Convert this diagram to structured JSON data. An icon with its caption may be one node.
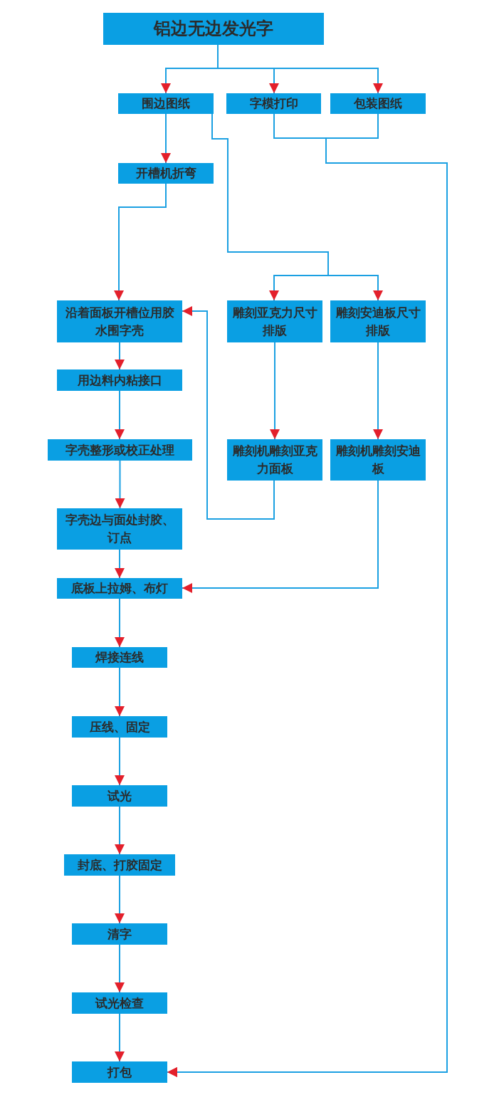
{
  "diagram": {
    "nodes": [
      {
        "text": [
          "铝边无边发光字"
        ]
      },
      {
        "text": [
          "围边图纸"
        ]
      },
      {
        "text": [
          "字模打印"
        ]
      },
      {
        "text": [
          "包装图纸"
        ]
      },
      {
        "text": [
          "开槽机折弯"
        ]
      },
      {
        "text": [
          "沿着面板开槽位用胶水围字壳"
        ]
      },
      {
        "text": [
          "雕刻亚克力尺寸排版"
        ]
      },
      {
        "text": [
          "雕刻安迪板尺寸排版"
        ]
      },
      {
        "text": [
          "用边料内粘接口"
        ]
      },
      {
        "text": [
          "字壳整形或校正处理"
        ]
      },
      {
        "text": [
          "雕刻机雕刻亚克力面板"
        ]
      },
      {
        "text": [
          "雕刻机雕刻安迪板"
        ]
      },
      {
        "text": [
          "字壳边与面处封胶、订点"
        ]
      },
      {
        "text": [
          "底板上拉姆、布灯"
        ]
      },
      {
        "text": [
          "焊接连线"
        ]
      },
      {
        "text": [
          "压线、固定"
        ]
      },
      {
        "text": [
          "试光"
        ]
      },
      {
        "text": [
          "封底、打胶固定"
        ]
      },
      {
        "text": [
          "清字"
        ]
      },
      {
        "text": [
          "试光检查"
        ]
      },
      {
        "text": [
          "打包"
        ]
      }
    ],
    "edges": [
      {
        "from": 0,
        "to": 1,
        "arrow": "to"
      },
      {
        "from": 0,
        "to": 2,
        "arrow": "to"
      },
      {
        "from": 0,
        "to": 3,
        "arrow": "to"
      },
      {
        "from": 1,
        "to": 4,
        "arrow": "to"
      },
      {
        "from": 1,
        "to": 6,
        "arrow": "to"
      },
      {
        "from": 1,
        "to": 7,
        "arrow": "to"
      },
      {
        "from": 2,
        "to": 20,
        "arrow": "to"
      },
      {
        "from": 3,
        "to": 20,
        "arrow": "to"
      },
      {
        "from": 4,
        "to": 5,
        "arrow": "to"
      },
      {
        "from": 5,
        "to": 8,
        "arrow": "to"
      },
      {
        "from": 8,
        "to": 9,
        "arrow": "to"
      },
      {
        "from": 9,
        "to": 12,
        "arrow": "to"
      },
      {
        "from": 12,
        "to": 13,
        "arrow": "to"
      },
      {
        "from": 13,
        "to": 14,
        "arrow": "to"
      },
      {
        "from": 14,
        "to": 15,
        "arrow": "to"
      },
      {
        "from": 15,
        "to": 16,
        "arrow": "to"
      },
      {
        "from": 16,
        "to": 17,
        "arrow": "to"
      },
      {
        "from": 17,
        "to": 18,
        "arrow": "to"
      },
      {
        "from": 18,
        "to": 19,
        "arrow": "to"
      },
      {
        "from": 19,
        "to": 20,
        "arrow": "to"
      },
      {
        "from": 6,
        "to": 10,
        "arrow": "to"
      },
      {
        "from": 7,
        "to": 11,
        "arrow": "to"
      },
      {
        "from": 10,
        "to": 5,
        "arrow": "to"
      },
      {
        "from": 11,
        "to": 13,
        "arrow": "to"
      }
    ]
  }
}
